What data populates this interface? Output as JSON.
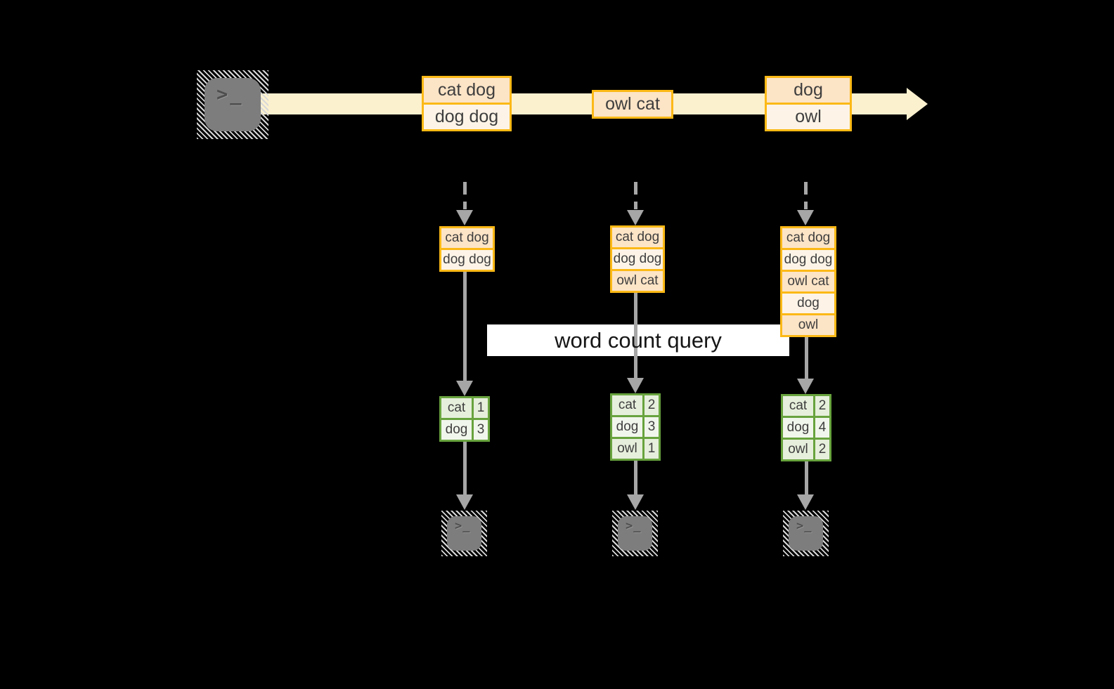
{
  "banner": {
    "label": "word count query"
  },
  "icons": {
    "terminal_prompt": ">_"
  },
  "timeline": {
    "events": [
      {
        "rows": [
          "cat dog",
          "dog dog"
        ]
      },
      {
        "rows": [
          "owl cat"
        ]
      },
      {
        "rows": [
          "dog",
          "owl"
        ]
      }
    ]
  },
  "columns": [
    {
      "buffer": [
        "cat dog",
        "dog dog"
      ],
      "counts": [
        {
          "word": "cat",
          "count": "1"
        },
        {
          "word": "dog",
          "count": "3"
        }
      ]
    },
    {
      "buffer": [
        "cat dog",
        "dog dog",
        "owl cat"
      ],
      "counts": [
        {
          "word": "cat",
          "count": "2"
        },
        {
          "word": "dog",
          "count": "3"
        },
        {
          "word": "owl",
          "count": "1"
        }
      ]
    },
    {
      "buffer": [
        "cat dog",
        "dog dog",
        "owl cat",
        "dog",
        "owl"
      ],
      "counts": [
        {
          "word": "cat",
          "count": "2"
        },
        {
          "word": "dog",
          "count": "4"
        },
        {
          "word": "owl",
          "count": "2"
        }
      ]
    }
  ],
  "colors": {
    "background": "#000000",
    "stream_band": "#fcf1cf",
    "gold_border": "#fcb916",
    "peach_dark": "#fce4c6",
    "peach_light": "#fdf4e7",
    "green_border": "#68a33e",
    "green_dark": "#e6efdc",
    "green_light": "#f1f6ec",
    "arrow_gray": "#a6a6a6",
    "terminal_gray": "#7d7d7d",
    "banner_bg": "#ffffff",
    "text_dark": "#3e3e3e"
  }
}
